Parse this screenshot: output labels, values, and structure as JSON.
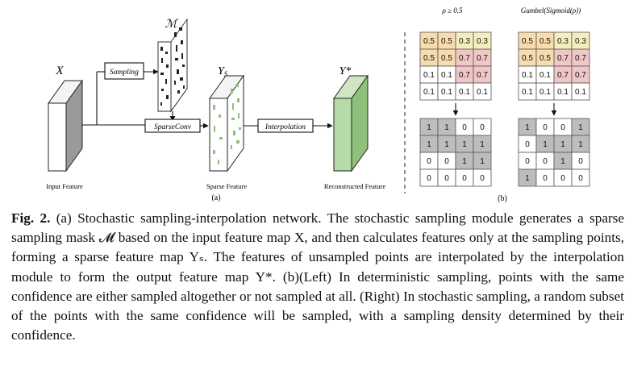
{
  "panel_a": {
    "label": "(a)",
    "input_symbol": "X",
    "input_label": "Input Feature",
    "mask_symbol": "ℳ",
    "sampling_label": "Sampling",
    "sparse_conv_label": "SparseConv",
    "sparse_symbol": "Y",
    "sparse_symbol_sub": "S",
    "sparse_label": "Sparse Feature",
    "interp_label": "Interpolation",
    "recon_symbol": "Y*",
    "recon_label": "Reconstructed Feature"
  },
  "panel_b": {
    "label": "(b)",
    "left_title": "ρ ≥ 0.5",
    "right_title": "Gumbel(Sigmoid(ρ))",
    "confidence": [
      [
        "0.5",
        "0.5",
        "0.3",
        "0.3"
      ],
      [
        "0.5",
        "0.5",
        "0.7",
        "0.7"
      ],
      [
        "0.1",
        "0.1",
        "0.7",
        "0.7"
      ],
      [
        "0.1",
        "0.1",
        "0.1",
        "0.1"
      ]
    ],
    "deterministic": [
      [
        "1",
        "1",
        "0",
        "0"
      ],
      [
        "1",
        "1",
        "1",
        "1"
      ],
      [
        "0",
        "0",
        "1",
        "1"
      ],
      [
        "0",
        "0",
        "0",
        "0"
      ]
    ],
    "stochastic": [
      [
        "1",
        "0",
        "0",
        "1"
      ],
      [
        "0",
        "1",
        "1",
        "1"
      ],
      [
        "0",
        "0",
        "1",
        "0"
      ],
      [
        "1",
        "0",
        "0",
        "0"
      ]
    ],
    "colors": {
      "c05": "#f7dcae",
      "c03": "#f6edbd",
      "c07": "#f1c6c6",
      "c01": "#ffffff",
      "one": "#bdbdbd",
      "zero": "#ffffff"
    }
  },
  "caption": {
    "fig_label": "Fig. 2.",
    "text": "(a) Stochastic sampling-interpolation network. The stochastic sampling module generates a sparse sampling mask 𝓜 based on the input feature map X, and then calculates features only at the sampling points, forming a sparse feature map Yₛ. The features of unsampled points are interpolated by the interpolation module to form the output feature map Y*. (b)(Left) In deterministic sampling, points with the same confidence are either sampled altogether or not sampled at all. (Right) In stochastic sampling, a random subset of the points with the same confidence will be sampled, with a sampling density determined by their confidence."
  }
}
